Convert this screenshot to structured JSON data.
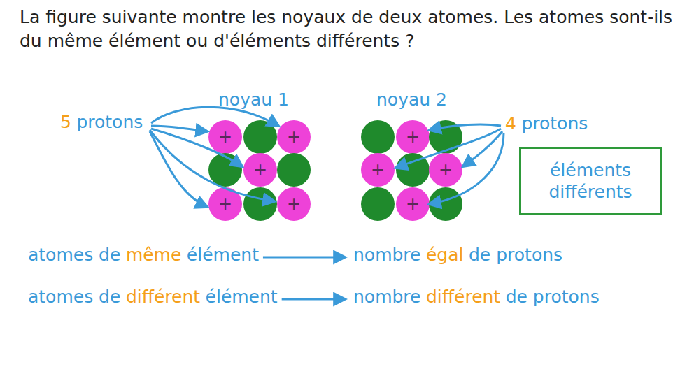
{
  "diagram": {
    "title": "La figure suivante montre les noyaux de deux atomes. Les atomes sont-ils du même élément ou d'éléments différents ?",
    "nodes": [
      {
        "text": [
          "éléments différents"
        ]
      }
    ],
    "labels": [
      "noyau 1",
      "noyau 2",
      "5",
      "protons",
      "4",
      "protons",
      "+",
      "+",
      "+",
      "+",
      "+",
      "+",
      "+",
      "+",
      "+",
      "atomes de",
      "même",
      "élément",
      "nombre",
      "égal",
      "de protons",
      "atomes de",
      "différent",
      "élément",
      "nombre",
      "différent",
      "de protons"
    ]
  }
}
